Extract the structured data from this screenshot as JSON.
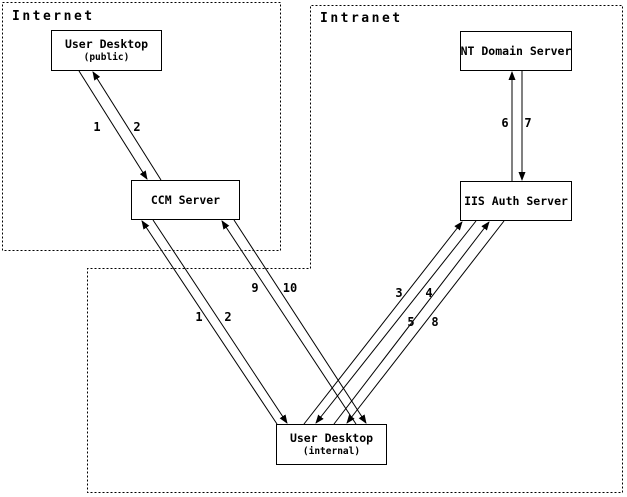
{
  "diagram": {
    "title_hint": "CCM / IIS authentication flow diagram",
    "colors": {
      "line": "#000000",
      "background": "#ffffff"
    },
    "zones": {
      "internet": {
        "label": "Internet"
      },
      "intranet": {
        "label": "Intranet"
      }
    },
    "nodes": {
      "user_desktop_public": {
        "title": "User Desktop",
        "subtitle": "(public)"
      },
      "ccm_server": {
        "title": "CCM Server",
        "subtitle": ""
      },
      "nt_domain_server": {
        "title": "NT Domain Server",
        "subtitle": ""
      },
      "iis_auth_server": {
        "title": "IIS Auth Server",
        "subtitle": ""
      },
      "user_desktop_internal": {
        "title": "User Desktop",
        "subtitle": "(internal)"
      }
    },
    "flow_labels": {
      "pub_to_ccm_request": "1",
      "ccm_to_pub_response": "2",
      "int_to_ccm_request": "1",
      "ccm_to_int_response": "2",
      "int_to_ccm_step9": "9",
      "ccm_to_int_step10": "10",
      "int_to_iis_step3": "3",
      "iis_to_int_step4": "4",
      "int_to_iis_step5": "5",
      "iis_to_int_step8": "8",
      "iis_to_nt_step6": "6",
      "nt_to_iis_step7": "7"
    },
    "edges": [
      {
        "label": "1",
        "from": "user_desktop_public",
        "to": "ccm_server"
      },
      {
        "label": "2",
        "from": "ccm_server",
        "to": "user_desktop_public"
      },
      {
        "label": "1",
        "from": "user_desktop_internal",
        "to": "ccm_server"
      },
      {
        "label": "2",
        "from": "ccm_server",
        "to": "user_desktop_internal"
      },
      {
        "label": "9",
        "from": "user_desktop_internal",
        "to": "ccm_server"
      },
      {
        "label": "10",
        "from": "ccm_server",
        "to": "user_desktop_internal"
      },
      {
        "label": "3",
        "from": "user_desktop_internal",
        "to": "iis_auth_server"
      },
      {
        "label": "4",
        "from": "iis_auth_server",
        "to": "user_desktop_internal"
      },
      {
        "label": "5",
        "from": "user_desktop_internal",
        "to": "iis_auth_server"
      },
      {
        "label": "8",
        "from": "iis_auth_server",
        "to": "user_desktop_internal"
      },
      {
        "label": "6",
        "from": "iis_auth_server",
        "to": "nt_domain_server"
      },
      {
        "label": "7",
        "from": "nt_domain_server",
        "to": "iis_auth_server"
      }
    ]
  }
}
